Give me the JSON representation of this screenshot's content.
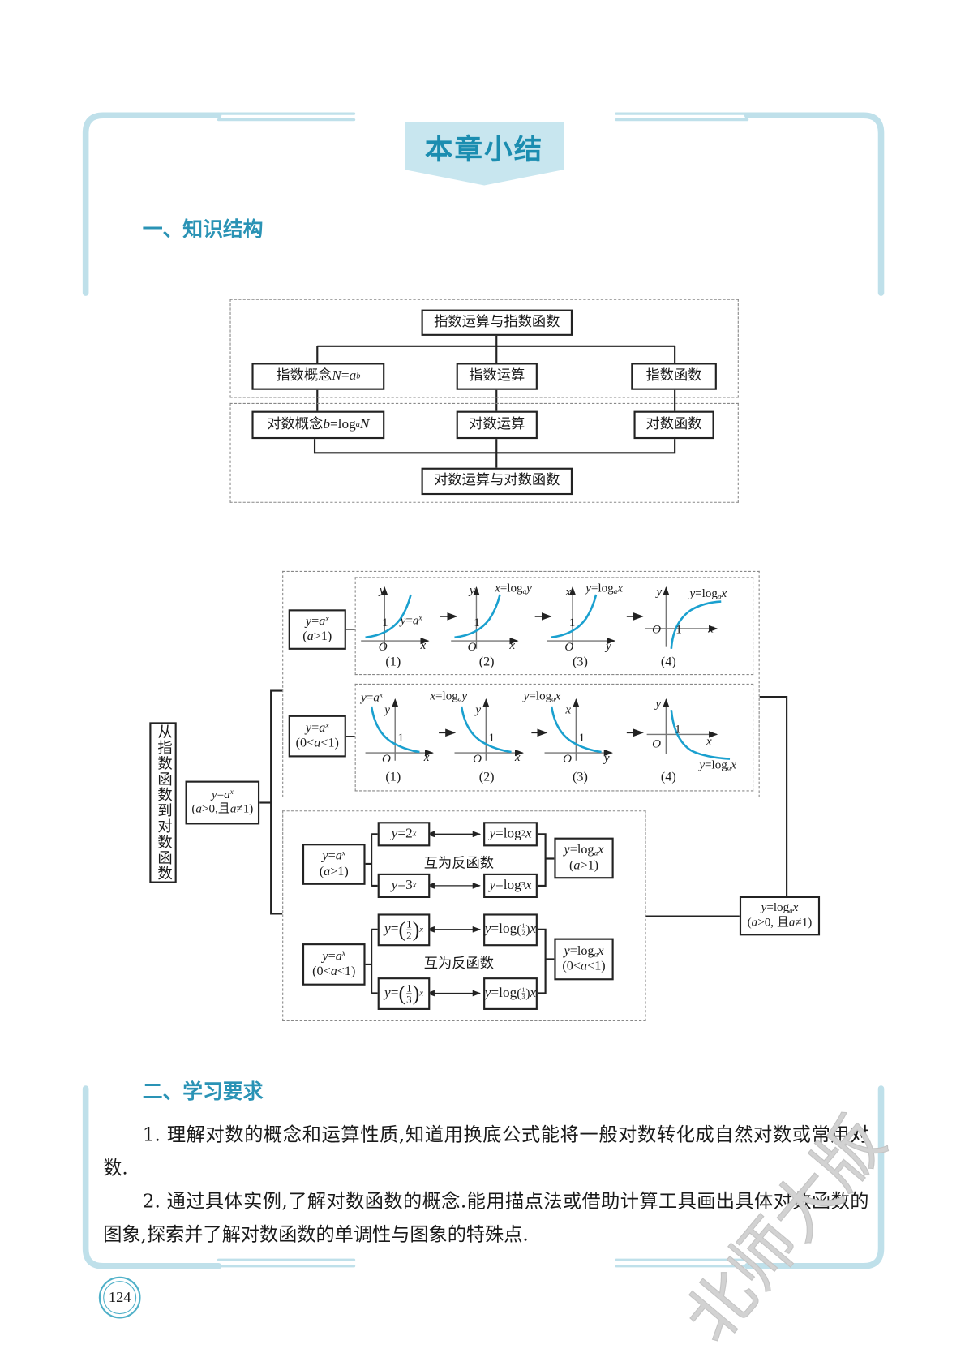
{
  "page_title": "本章小结",
  "watermark": "北师大版",
  "page_number": "124",
  "colors": {
    "frame": "#b9dde8",
    "heading": "#2a93b5",
    "curve": "#1aa0cf",
    "banner": "#c8e6ef"
  },
  "section1": {
    "heading": "一、知识结构",
    "structure": {
      "top": "指数运算与指数函数",
      "exp_concept": "指数概念N=a^{b}",
      "exp_ops": "指数运算",
      "exp_func": "指数函数",
      "log_concept": "对数概念b=log_{a}N",
      "log_ops": "对数运算",
      "log_func": "对数函数",
      "bottom": "对数运算与对数函数"
    },
    "flow": {
      "side_title": "从指数函数到对数函数",
      "general_exp": [
        "y=a^{x}",
        "(a>0,且a≠1)"
      ],
      "general_log": [
        "y=log_{a}x",
        "(a>0, 且a≠1)"
      ],
      "row1": {
        "condition": [
          "y=a^{x}",
          "(a>1)"
        ],
        "graphs": [
          {
            "caption": "(1)",
            "curve_label": "y=a^{x}",
            "vertical_axis": "y",
            "horizontal_axis": "x",
            "origin": "O",
            "tick": "1"
          },
          {
            "caption": "(2)",
            "curve_label": "x=log_{a}y",
            "vertical_axis": "y",
            "horizontal_axis": "x",
            "origin": "O",
            "tick": "1"
          },
          {
            "caption": "(3)",
            "curve_label": "y=log_{a}x",
            "vertical_axis": "x",
            "horizontal_axis": "y",
            "origin": "O",
            "tick": "1"
          },
          {
            "caption": "(4)",
            "curve_label": "y=log_{a}x",
            "vertical_axis": "y",
            "horizontal_axis": "x",
            "origin": "O",
            "tick": "1"
          }
        ]
      },
      "row2": {
        "condition": [
          "y=a^{x}",
          "(0<a<1)"
        ],
        "graphs": [
          {
            "caption": "(1)",
            "curve_label": "y=a^{x}",
            "vertical_axis": "y",
            "horizontal_axis": "x",
            "origin": "O",
            "tick": "1"
          },
          {
            "caption": "(2)",
            "curve_label": "x=log_{a}y",
            "vertical_axis": "y",
            "horizontal_axis": "x",
            "origin": "O",
            "tick": "1"
          },
          {
            "caption": "(3)",
            "curve_label": "y=log_{a}x",
            "vertical_axis": "x",
            "horizontal_axis": "y",
            "origin": "O",
            "tick": "1"
          },
          {
            "caption": "(4)",
            "curve_label": "y=log_{a}x",
            "vertical_axis": "y",
            "horizontal_axis": "x",
            "origin": "O",
            "tick": "1"
          }
        ]
      },
      "examples": {
        "inverse_label": "互为反函数",
        "group1": {
          "condition": [
            "y=a^{x}",
            "(a>1)"
          ],
          "pairs": [
            [
              "y=2^{x}",
              "y=log_{2}x"
            ],
            [
              "y=3^{x}",
              "y=log_{3}x"
            ]
          ],
          "result": [
            "y=log_{a}x",
            "(a>1)"
          ]
        },
        "group2": {
          "condition": [
            "y=a^{x}",
            "(0<a<1)"
          ],
          "pairs": [
            [
              "y=\\frac{1}{2}^{x}",
              "y=log_{\\frac{1}{2}}x"
            ],
            [
              "y=\\frac{1}{3}^{x}",
              "y=log_{\\frac{1}{3}}x"
            ]
          ],
          "result": [
            "y=log_{a}x",
            "(0<a<1)"
          ]
        }
      }
    }
  },
  "section2": {
    "heading": "二、学习要求",
    "items": [
      "1. 理解对数的概念和运算性质,知道用换底公式能将一般对数转化成自然对数或常用对数.",
      "2. 通过具体实例,了解对数函数的概念.能用描点法或借助计算工具画出具体对数函数的图象,探索并了解对数函数的单调性与图象的特殊点."
    ]
  }
}
